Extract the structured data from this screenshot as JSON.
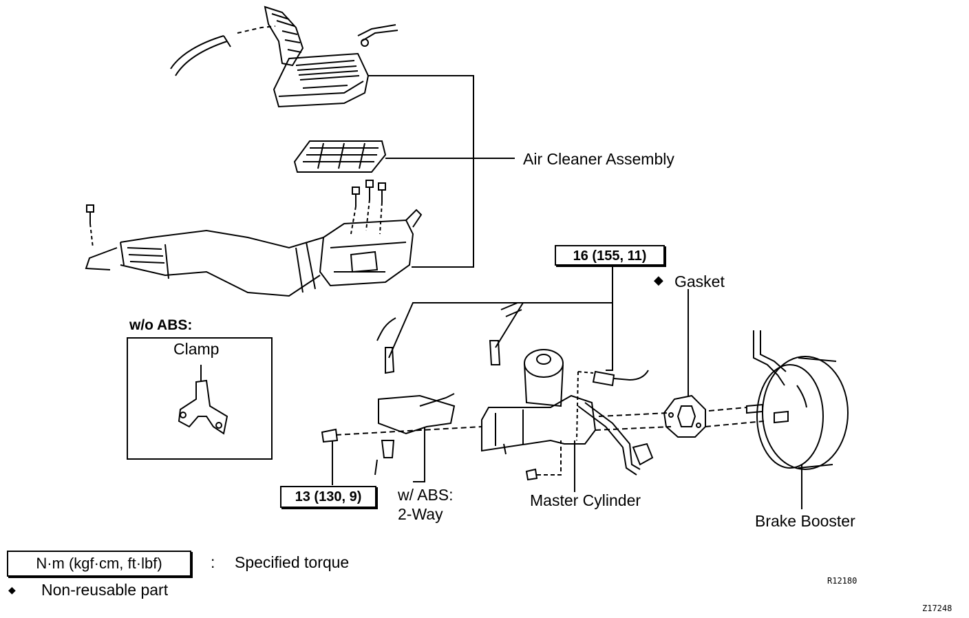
{
  "labels": {
    "air_cleaner": "Air Cleaner Assembly",
    "gasket": "Gasket",
    "wo_abs": "w/o ABS:",
    "clamp": "Clamp",
    "w_abs_line1": "w/ ABS:",
    "w_abs_line2": "2-Way",
    "master_cylinder": "Master Cylinder",
    "brake_booster": "Brake Booster"
  },
  "torque": {
    "t16": "16 (155, 11)",
    "t13": "13 (130, 9)"
  },
  "legend": {
    "torque_box": "N·m (kgf·cm, ft·lbf)",
    "colon": ":",
    "torque_desc": "Specified torque",
    "bullet": "◆",
    "nonreusable": "Non-reusable part"
  },
  "codes": {
    "ref1": "R12180",
    "ref2": "Z17248"
  },
  "marker": "◆"
}
